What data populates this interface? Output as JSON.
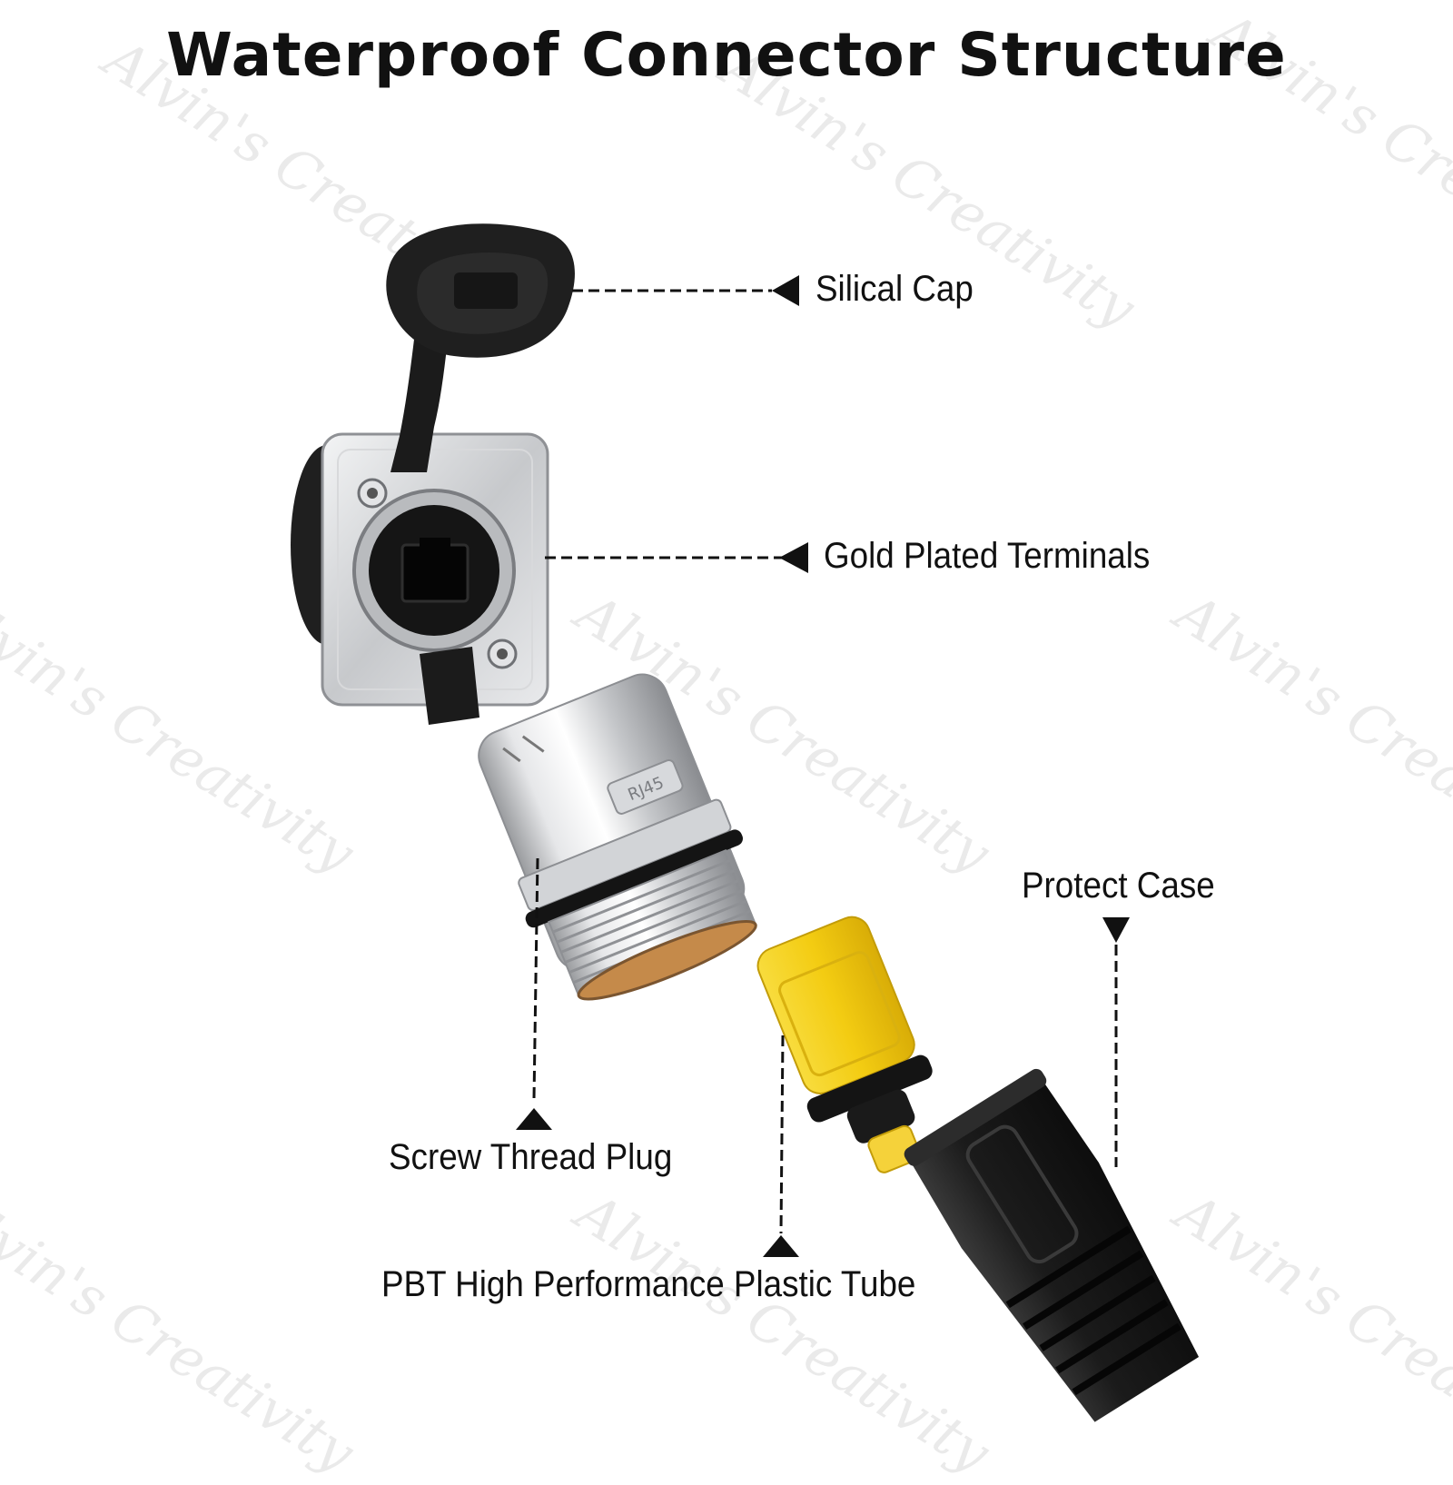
{
  "title": "Waterproof Connector Structure",
  "labels": {
    "silical_cap": "Silical Cap",
    "gold_terminals": "Gold Plated Terminals",
    "protect_case": "Protect Case",
    "screw_plug": "Screw Thread Plug",
    "pbt_tube": "PBT High Performance Plastic Tube"
  },
  "watermark": "Alvin's Creativity",
  "plug_marking": "RJ45",
  "colors": {
    "text": "#111111",
    "metal": "#c9cbce",
    "rubber": "#1c1c1c",
    "yellow": "#f4cf1c",
    "watermark": "#a0a0a0"
  }
}
